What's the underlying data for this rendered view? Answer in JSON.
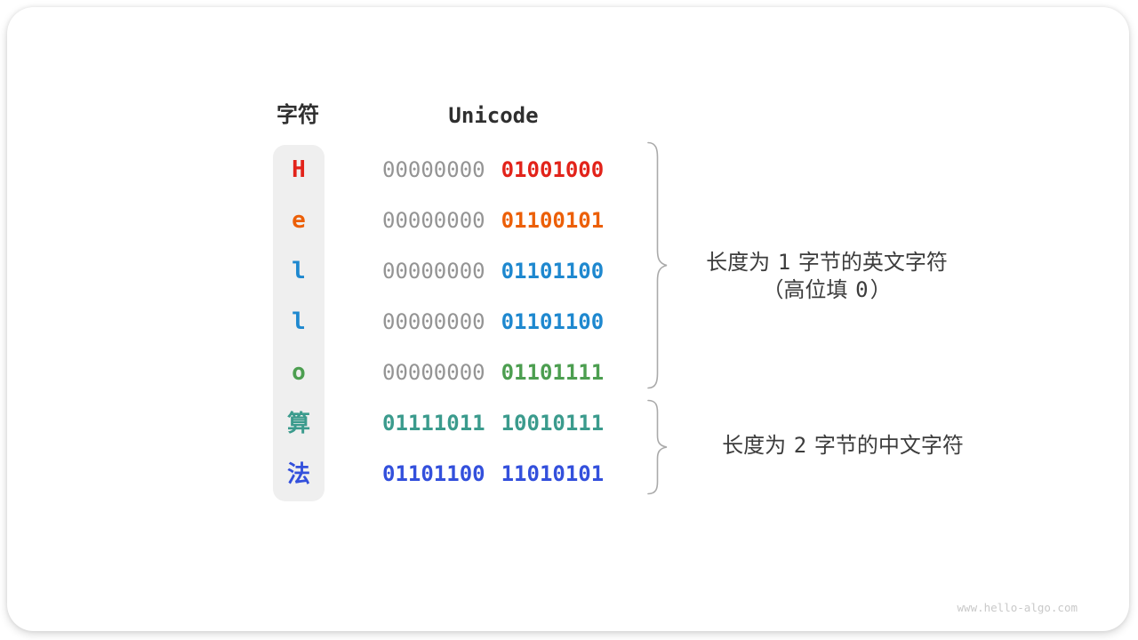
{
  "header": {
    "char_col": "字符",
    "unicode_col": "Unicode"
  },
  "colors": {
    "text_dark": "#2f2f2f",
    "gray_zero": "#949494",
    "pill_bg": "#efefef",
    "brace": "#aaaaaa",
    "annotation_text": "#3c3c3c",
    "watermark": "#c9c9c9",
    "red": "#e2231a",
    "orange": "#ec5f07",
    "blue": "#1e88cf",
    "green": "#4c9e50",
    "teal": "#3b9b8d",
    "indigo": "#3350dc"
  },
  "rows": [
    {
      "char": "H",
      "color": "#e2231a",
      "byte1": "00000000",
      "byte2": "01001000"
    },
    {
      "char": "e",
      "color": "#ec5f07",
      "byte1": "00000000",
      "byte2": "01100101"
    },
    {
      "char": "l",
      "color": "#1e88cf",
      "byte1": "00000000",
      "byte2": "01101100"
    },
    {
      "char": "l",
      "color": "#1e88cf",
      "byte1": "00000000",
      "byte2": "01101100"
    },
    {
      "char": "o",
      "color": "#4c9e50",
      "byte1": "00000000",
      "byte2": "01101111"
    },
    {
      "char": "算",
      "color": "#3b9b8d",
      "byte1": "01111011",
      "byte2": "10010111"
    },
    {
      "char": "法",
      "color": "#3350dc",
      "byte1": "01101100",
      "byte2": "11010101"
    }
  ],
  "annotations": {
    "english": {
      "line1_prefix": "长度为 ",
      "line1_num": "1",
      "line1_suffix": " 字节的英文字符",
      "line2_prefix": "（高位填 ",
      "line2_num": "0",
      "line2_suffix": "）"
    },
    "chinese": {
      "line1_prefix": "长度为 ",
      "line1_num": "2",
      "line1_suffix": " 字节的中文字符"
    }
  },
  "watermark": "www.hello-algo.com"
}
